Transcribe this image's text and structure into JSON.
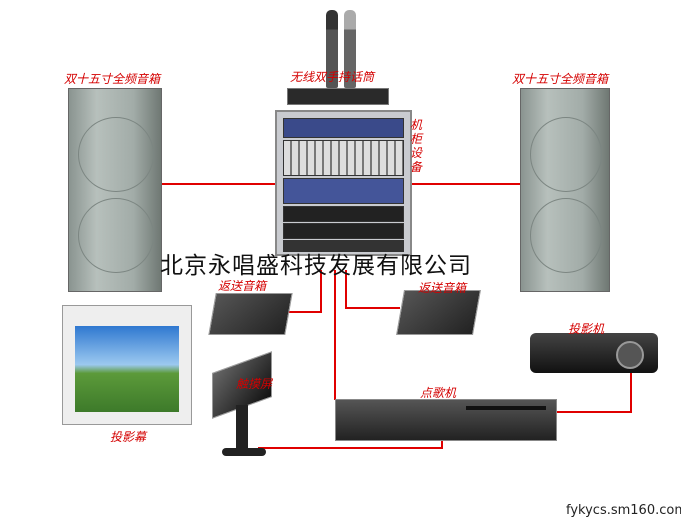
{
  "labels": {
    "left_speaker": "双十五寸全频音箱",
    "right_speaker": "双十五寸全频音箱",
    "microphone": "无线双手持话筒",
    "rack": "机柜设备",
    "left_monitor": "返送音箱",
    "right_monitor": "返送音箱",
    "projector": "投影机",
    "touchscreen": "触摸屏",
    "ktv_player": "点歌机",
    "screen": "投影幕"
  },
  "company": "北京永唱盛科技发展有限公司",
  "watermark": "fykycs.sm160.com",
  "colors": {
    "line": "#e00000",
    "label": "#d40000"
  }
}
